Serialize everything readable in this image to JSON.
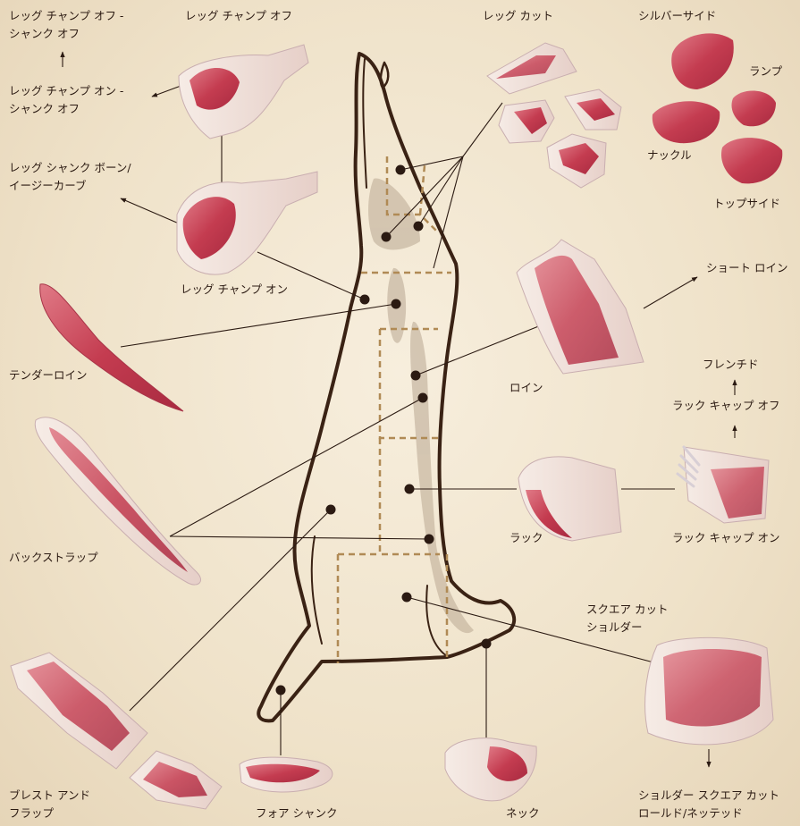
{
  "colors": {
    "background": "#f1e6d2",
    "outline": "#3a2214",
    "dash": "#b08a55",
    "leader": "#2b1a12",
    "meat": "#c9495a",
    "fat": "#efe1d8",
    "shade": "#b9a792"
  },
  "labels": {
    "leg_chump_off_shank_off": "レッグ チャンプ オフ -\nシャンク オフ",
    "leg_chump_off": "レッグ チャンプ オフ",
    "leg_chump_on_shank_off": "レッグ チャンプ オン -\nシャンク オフ",
    "leg_shank_bone": "レッグ シャンク ボーン/\nイージーカーブ",
    "leg_chump_on": "レッグ チャンプ オン",
    "tenderloin": "テンダーロイン",
    "backstrap": "バックストラップ",
    "breast_flap": "ブレスト アンド\nフラップ",
    "fore_shank": "フォア シャンク",
    "neck": "ネック",
    "leg_cut": "レッグ カット",
    "silverside": "シルバーサイド",
    "rump": "ランプ",
    "knuckle": "ナックル",
    "topside": "トップサイド",
    "short_loin": "ショート ロイン",
    "loin": "ロイン",
    "frenched": "フレンチド",
    "rack_cap_off": "ラック キャップ オフ",
    "rack": "ラック",
    "rack_cap_on": "ラック キャップ オン",
    "square_cut_shoulder": "スクエア カット\nショルダー",
    "shoulder_rolled": "ショルダー スクエア カット\nロールド/ネッテッド"
  }
}
